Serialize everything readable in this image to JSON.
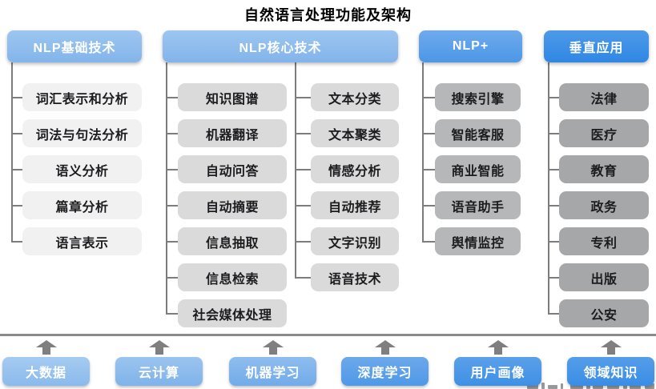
{
  "title": "自然语言处理功能及架构",
  "colors": {
    "connector": "#7d7d7d",
    "separator": "#8a8a8a",
    "arrow": "#7f7f7f",
    "header_text": "#ffffff",
    "item_text": "#1c1c1e",
    "watermark": "#97989a"
  },
  "diagram": {
    "columns": [
      {
        "id": "nlp-basic-tech",
        "header_label": "NLP基础技术",
        "header_color": {
          "top": "#9dc6f0",
          "bottom": "#83b5ea"
        },
        "item_bg": "#f1f1f2",
        "groups": [
          {
            "items": [
              "词汇表示和分析",
              "词法与句法分析",
              "语义分析",
              "篇章分析",
              "语言表示"
            ]
          }
        ]
      },
      {
        "id": "nlp-core-tech",
        "header_label": "NLP核心技术",
        "header_color": {
          "top": "#9dc6f0",
          "bottom": "#82b4ea"
        },
        "item_bg": "#dadadb",
        "groups": [
          {
            "items": [
              "知识图谱",
              "机器翻译",
              "自动问答",
              "自动摘要",
              "信息抽取",
              "信息检索",
              "社会媒体处理"
            ]
          },
          {
            "items": [
              "文本分类",
              "文本聚类",
              "情感分析",
              "自动推荐",
              "文字识别",
              "语音技术"
            ]
          }
        ]
      },
      {
        "id": "nlp-plus",
        "header_label": "NLP+",
        "header_color": {
          "top": "#6faaec",
          "bottom": "#4c97e7"
        },
        "item_bg": "#b5b7b9",
        "groups": [
          {
            "items": [
              "搜索引擎",
              "智能客服",
              "商业智能",
              "语音助手",
              "舆情监控"
            ]
          }
        ]
      },
      {
        "id": "vertical-apps",
        "header_label": "垂直应用",
        "header_color": {
          "top": "#4e9ae9",
          "bottom": "#2f87e3"
        },
        "item_bg": "#a6a7a9",
        "groups": [
          {
            "items": [
              "法律",
              "医疗",
              "教育",
              "政务",
              "专利",
              "出版",
              "公安"
            ]
          }
        ]
      }
    ],
    "foundation": [
      {
        "label": "大数据",
        "color": {
          "top": "#a5cbf1",
          "bottom": "#8abaec"
        }
      },
      {
        "label": "云计算",
        "color": {
          "top": "#9bc4ef",
          "bottom": "#7fb3ea"
        }
      },
      {
        "label": "机器学习",
        "color": {
          "top": "#8fbdee",
          "bottom": "#72abe9"
        }
      },
      {
        "label": "深度学习",
        "color": {
          "top": "#6ca8eb",
          "bottom": "#4f99e7"
        }
      },
      {
        "label": "用户画像",
        "color": {
          "top": "#5ba0e9",
          "bottom": "#3e90e5"
        }
      },
      {
        "label": "领域知识",
        "color": {
          "top": "#559de9",
          "bottom": "#3a8de5"
        }
      }
    ]
  }
}
